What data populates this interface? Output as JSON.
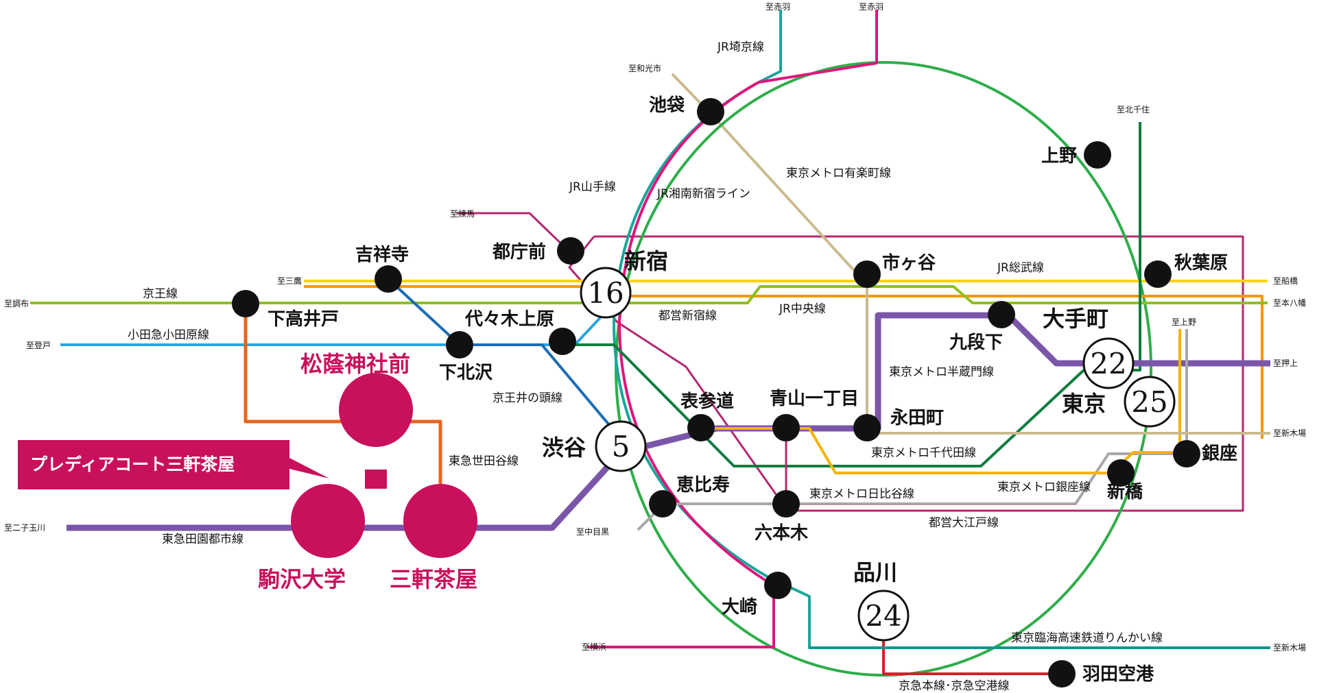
{
  "stations": {
    "ikebukuro": "池袋",
    "ueno": "上野",
    "shinjuku": "新宿",
    "tochomae": "都庁前",
    "kichijoji": "吉祥寺",
    "shimotakaido": "下高井戸",
    "yoyogiuehara": "代々木上原",
    "shimokitazawa": "下北沢",
    "ichigaya": "市ヶ谷",
    "akihabara": "秋葉原",
    "kudanshita": "九段下",
    "otemachi": "大手町",
    "tokyo": "東京",
    "omotesando": "表参道",
    "aoyamaitchome": "青山一丁目",
    "nagatacho": "永田町",
    "shibuya": "渋谷",
    "ebisu": "恵比寿",
    "roppongi": "六本木",
    "ginza": "銀座",
    "shimbashi": "新橋",
    "osaki": "大崎",
    "shinagawa": "品川",
    "haneda": "羽田空港"
  },
  "highlight_stations": {
    "shoinjinjamae": "松蔭神社前",
    "komazawadaigaku": "駒沢大学",
    "sangenjaya": "三軒茶屋"
  },
  "property_label": "プレディアコート三軒茶屋",
  "times": {
    "shinjuku": "16",
    "shibuya": "5",
    "otemachi": "22",
    "tokyo": "25",
    "shinagawa": "24"
  },
  "lines": {
    "saikyo": "JR埼京線",
    "yamanote": "JR山手線",
    "shonan": "JR湘南新宿ライン",
    "yurakucho": "東京メトロ有楽町線",
    "keio": "京王線",
    "odakyu": "小田急小田原線",
    "inokashira": "京王井の頭線",
    "setagaya": "東急世田谷線",
    "denentoshi": "東急田園都市線",
    "shinjukuline": "都営新宿線",
    "chuo": "JR中央線",
    "sobu": "JR総武線",
    "hanzomon": "東京メトロ半蔵門線",
    "chiyoda": "東京メトロ千代田線",
    "hibiya": "東京メトロ日比谷線",
    "ginzaline": "東京メトロ銀座線",
    "oedo": "都営大江戸線",
    "rinkai": "東京臨海高速鉄道りんかい線",
    "keikyu": "京急本線･京急空港線"
  },
  "destinations": {
    "akabane1": "至赤羽",
    "akabane2": "至赤羽",
    "wakoshi": "至和光市",
    "kitasenju": "至北千住",
    "nerima": "至練馬",
    "mitaka": "至三鷹",
    "chofu": "至調布",
    "noborito": "至登戸",
    "funabashi": "至船橋",
    "motoyawata": "至本八幡",
    "ueno": "至上野",
    "oshiage": "至押上",
    "shinkiba1": "至新木場",
    "futakotamagawa": "至二子玉川",
    "nakameguro": "至中目黒",
    "yokohama": "至横浜",
    "shinkiba2": "至新木場"
  },
  "colors": {
    "yamanote": "#2ead4a",
    "saikyo": "#1aa59a",
    "shonan": "#e0157b",
    "yurakucho": "#c9bb8e",
    "keio": "#8dbf1f",
    "odakyu": "#2aa4dd",
    "inokashira": "#1b6db5",
    "setagaya": "#e8641b",
    "denentoshi": "#7b56a8",
    "chuo": "#f39800",
    "sobu": "#f8d300",
    "oedo": "#b4276e",
    "chiyoda": "#0e7d3e",
    "hibiya": "#a7a7a7",
    "ginza": "#f4b400",
    "rinkai": "#10968f",
    "keikyu": "#d3202b",
    "highlight": "#c8105c"
  }
}
